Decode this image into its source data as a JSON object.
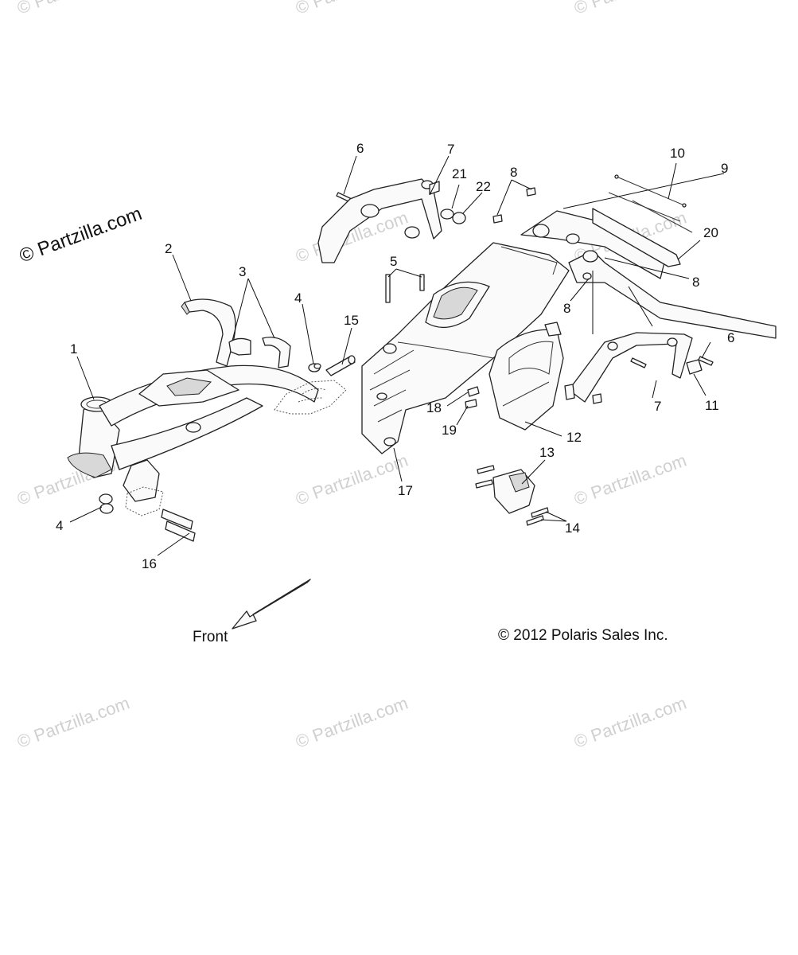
{
  "watermark": {
    "text": "© Partzilla.com"
  },
  "callouts": [
    "1",
    "2",
    "3",
    "4",
    "4",
    "5",
    "6",
    "6",
    "7",
    "7",
    "8",
    "8",
    "8",
    "9",
    "10",
    "11",
    "12",
    "13",
    "14",
    "15",
    "16",
    "17",
    "18",
    "19",
    "20",
    "21",
    "22"
  ],
  "front_label": "Front",
  "copyright": "© 2012 Polaris Sales Inc.",
  "colors": {
    "line": "#222222",
    "watermark": "#d0d0d0",
    "background": "#ffffff"
  }
}
